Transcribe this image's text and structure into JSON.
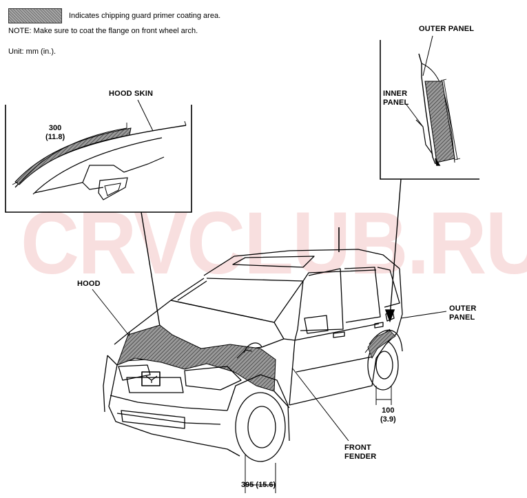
{
  "legend": {
    "description": "Indicates chipping guard primer coating area.",
    "swatch_color": "#8a8a8a"
  },
  "notes": {
    "note_line": "NOTE: Make sure to coat the flange on front wheel arch.",
    "unit_line": "Unit: mm (in.)."
  },
  "watermark": "CRVCLUB.RU",
  "labels": {
    "hood_skin": "HOOD SKIN",
    "hood": "HOOD",
    "outer_panel_top": "OUTER PANEL",
    "inner_panel_line1": "INNER",
    "inner_panel_line2": "PANEL",
    "outer_panel_right_line1": "OUTER",
    "outer_panel_right_line2": "PANEL",
    "front_fender_line1": "FRONT",
    "front_fender_line2": "FENDER"
  },
  "dimensions": {
    "hood_mm": "300",
    "hood_in": "(11.8)",
    "rear_mm": "100",
    "rear_in": "(3.9)",
    "front": "395 (15.6)"
  }
}
